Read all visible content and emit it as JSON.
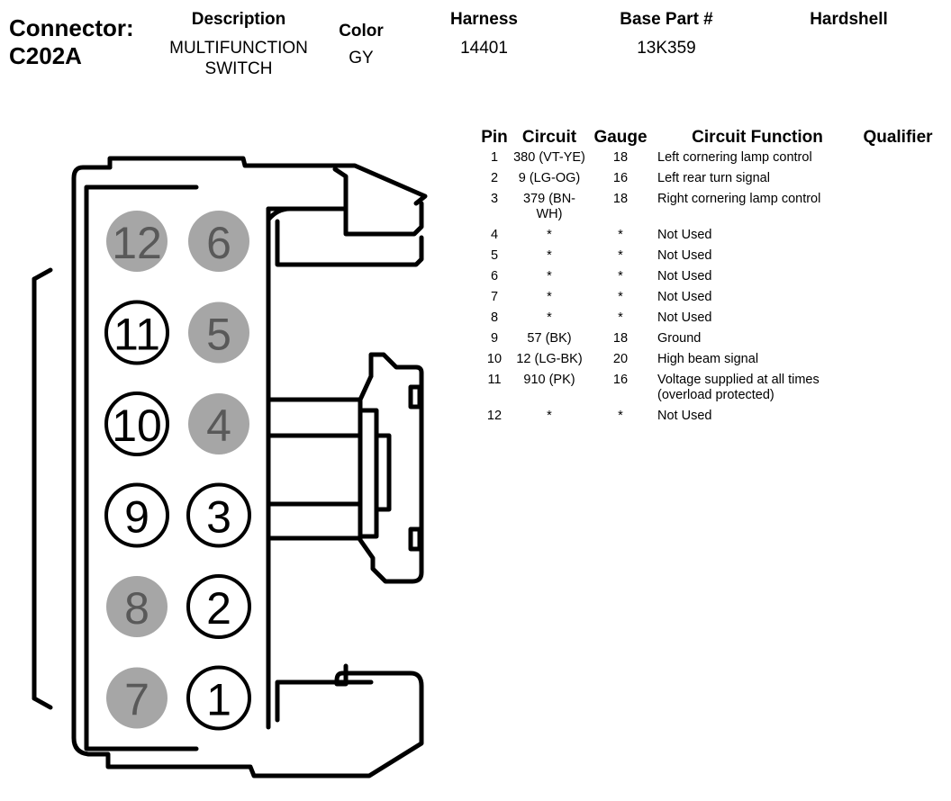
{
  "header": {
    "connector_label": "Connector:",
    "connector_id": "C202A",
    "description_label": "Description",
    "description_line1": "MULTIFUNCTION",
    "description_line2": "SWITCH",
    "color_label": "Color",
    "color_value": "GY",
    "harness_label": "Harness",
    "harness_value": "14401",
    "base_part_label": "Base Part #",
    "base_part_value": "13K359",
    "hardshell_label": "Hardshell"
  },
  "table": {
    "headers": {
      "pin": "Pin",
      "circuit": "Circuit",
      "gauge": "Gauge",
      "function": "Circuit Function",
      "qualifier": "Qualifier"
    },
    "rows": [
      {
        "pin": "1",
        "circuit": "380 (VT-YE)",
        "gauge": "18",
        "function": "Left cornering lamp control"
      },
      {
        "pin": "2",
        "circuit": "9 (LG-OG)",
        "gauge": "16",
        "function": "Left rear turn signal"
      },
      {
        "pin": "3",
        "circuit": "379 (BN-WH)",
        "gauge": "18",
        "function": "Right cornering lamp control"
      },
      {
        "pin": "4",
        "circuit": "*",
        "gauge": "*",
        "function": "Not Used"
      },
      {
        "pin": "5",
        "circuit": "*",
        "gauge": "*",
        "function": "Not Used"
      },
      {
        "pin": "6",
        "circuit": "*",
        "gauge": "*",
        "function": "Not Used"
      },
      {
        "pin": "7",
        "circuit": "*",
        "gauge": "*",
        "function": "Not Used"
      },
      {
        "pin": "8",
        "circuit": "*",
        "gauge": "*",
        "function": "Not Used"
      },
      {
        "pin": "9",
        "circuit": "57 (BK)",
        "gauge": "18",
        "function": "Ground"
      },
      {
        "pin": "10",
        "circuit": "12 (LG-BK)",
        "gauge": "20",
        "function": "High beam signal"
      },
      {
        "pin": "11",
        "circuit": "910 (PK)",
        "gauge": "16",
        "function": "Voltage supplied at all times (overload protected)"
      },
      {
        "pin": "12",
        "circuit": "*",
        "gauge": "*",
        "function": "Not Used"
      }
    ]
  },
  "connector": {
    "pins": [
      {
        "label": "12",
        "used": false
      },
      {
        "label": "6",
        "used": false
      },
      {
        "label": "11",
        "used": true
      },
      {
        "label": "5",
        "used": false
      },
      {
        "label": "10",
        "used": true
      },
      {
        "label": "4",
        "used": false
      },
      {
        "label": "9",
        "used": true
      },
      {
        "label": "3",
        "used": true
      },
      {
        "label": "8",
        "used": false
      },
      {
        "label": "2",
        "used": true
      },
      {
        "label": "7",
        "used": false
      },
      {
        "label": "1",
        "used": true
      }
    ],
    "colors": {
      "unused_fill": "#a6a6a6",
      "unused_text": "#595959",
      "used_fill": "#ffffff",
      "used_text": "#000000",
      "outline": "#000000"
    }
  }
}
